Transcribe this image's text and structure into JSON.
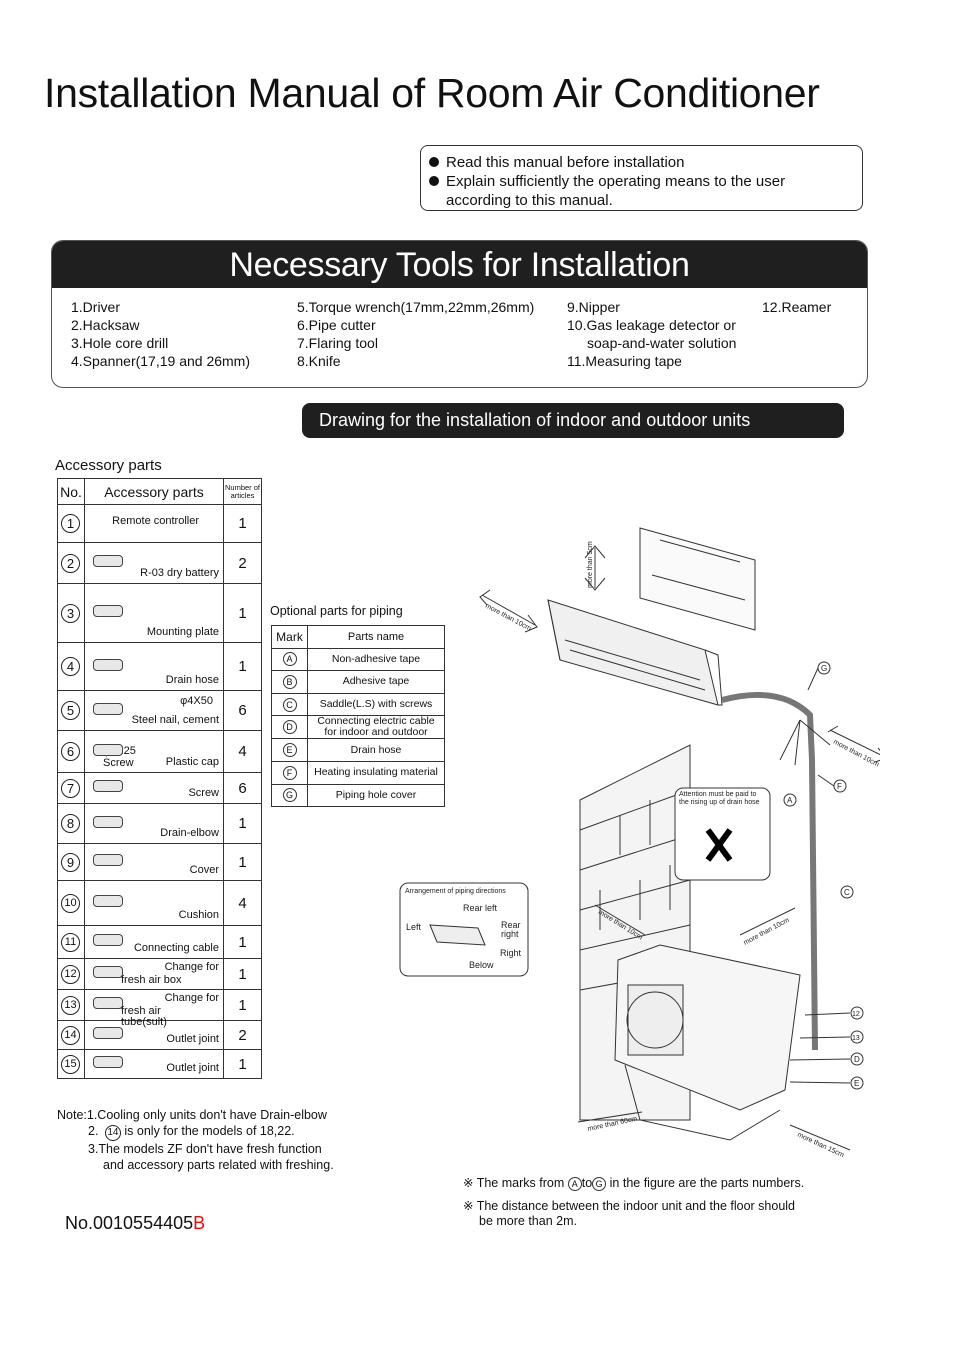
{
  "title": "Installation Manual of Room Air Conditioner",
  "notice": [
    "Read this manual before installation",
    "Explain sufficiently the operating means to the user",
    "according to this manual."
  ],
  "tools": {
    "heading": "Necessary Tools for Installation",
    "col1": [
      "1.Driver",
      "2.Hacksaw",
      "3.Hole core drill",
      "4.Spanner(17,19 and 26mm)"
    ],
    "col2": [
      "5.Torque wrench(17mm,22mm,26mm)",
      "6.Pipe cutter",
      "7.Flaring tool",
      "8.Knife"
    ],
    "col3": [
      "9.Nipper",
      "10.Gas leakage detector or",
      "soap-and-water solution",
      "11.Measuring tape"
    ],
    "col4": [
      "12.Reamer"
    ]
  },
  "drawing_banner": "Drawing for the installation of indoor and outdoor units",
  "accessory": {
    "caption": "Accessory parts",
    "headers": [
      "No.",
      "Accessory parts",
      "Number of articles"
    ],
    "rows": [
      {
        "no": "1",
        "name": "Remote controller",
        "qty": "1"
      },
      {
        "no": "2",
        "name": "R-03 dry battery",
        "qty": "2"
      },
      {
        "no": "3",
        "name": "Mounting plate",
        "qty": "1"
      },
      {
        "no": "4",
        "name": "Drain hose",
        "qty": "1"
      },
      {
        "no": "5",
        "name": "Steel nail, cement",
        "sub": "φ4X50",
        "qty": "6"
      },
      {
        "no": "6",
        "name": "Plastic cap",
        "sub": "φ4X25",
        "sub2": "Screw",
        "qty": "4"
      },
      {
        "no": "7",
        "name": "Screw",
        "qty": "6"
      },
      {
        "no": "8",
        "name": "Drain-elbow",
        "qty": "1"
      },
      {
        "no": "9",
        "name": "Cover",
        "qty": "1"
      },
      {
        "no": "10",
        "name": "Cushion",
        "qty": "4"
      },
      {
        "no": "11",
        "name": "Connecting cable",
        "qty": "1"
      },
      {
        "no": "12",
        "name": "Change for",
        "sub": "fresh air box",
        "qty": "1"
      },
      {
        "no": "13",
        "name": "Change for",
        "sub": "fresh air",
        "sub2": "tube(sult)",
        "qty": "1"
      },
      {
        "no": "14",
        "name": "Outlet joint",
        "qty": "2"
      },
      {
        "no": "15",
        "name": "Outlet joint",
        "qty": "1"
      }
    ]
  },
  "optional": {
    "caption": "Optional parts for piping",
    "headers": [
      "Mark",
      "Parts name"
    ],
    "rows": [
      {
        "mark": "A",
        "name": "Non-adhesive tape"
      },
      {
        "mark": "B",
        "name": "Adhesive tape"
      },
      {
        "mark": "C",
        "name": "Saddle(L.S) with screws"
      },
      {
        "mark": "D",
        "name": "Connecting electric cable",
        "name2": "for indoor and outdoor"
      },
      {
        "mark": "E",
        "name": "Drain hose"
      },
      {
        "mark": "F",
        "name": "Heating insulating material"
      },
      {
        "mark": "G",
        "name": "Piping hole cover"
      }
    ]
  },
  "notes": [
    "Note:1.Cooling only units don't have Drain-elbow",
    "is only for the models of 18,22.",
    "3.The models ZF don't have fresh function",
    "and accessory parts related with freshing."
  ],
  "note2_prefix": "2.",
  "note2_ref": "14",
  "doc_no": {
    "main": "No.0010554405",
    "rev": "B",
    "rev_color": "#e01010"
  },
  "marks_note": {
    "line1_pre": "※ The marks from",
    "from": "A",
    "to_word": "to",
    "to": "G",
    "line1_post": "in the figure are the parts numbers.",
    "line2": "※ The distance between the indoor unit and the floor should",
    "line3": "be more than 2m."
  },
  "diagram": {
    "distances": [
      "more than 5cm",
      "more than 10cm",
      "more than 10cm",
      "more than 10cm",
      "more than 10cm",
      "more than 60cm",
      "more than 15cm"
    ],
    "attention": [
      "Attention must be paid to",
      "the rising up of drain hose"
    ],
    "piping_title": "Arrangement of piping directions",
    "piping_labels": [
      "Rear left",
      "Left",
      "Rear",
      "right",
      "Right",
      "Below"
    ],
    "callouts": [
      "G",
      "F",
      "A",
      "C",
      "12",
      "13",
      "D",
      "E"
    ]
  }
}
